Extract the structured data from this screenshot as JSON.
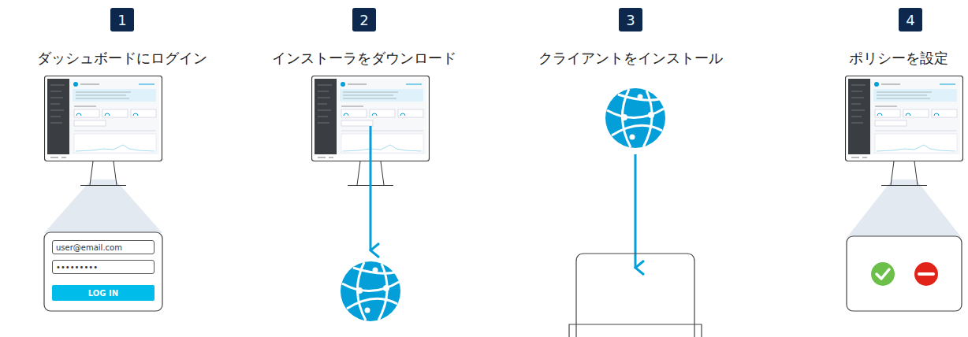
{
  "diagram": {
    "nodes": [
      {
        "text": [
          "1"
        ]
      },
      {
        "text": [
          "2"
        ]
      },
      {
        "text": [
          "3"
        ]
      },
      {
        "text": [
          "4"
        ]
      },
      {
        "text": [
          "user@email.com"
        ]
      },
      {
        "text": [
          "•••••••••"
        ]
      },
      {
        "text": [
          "LOG IN"
        ]
      }
    ],
    "labels": [
      "ダッシュボードにログイン",
      "インストーラをダウンロード",
      "クライアントをインストール",
      "ポリシーを設定"
    ]
  }
}
